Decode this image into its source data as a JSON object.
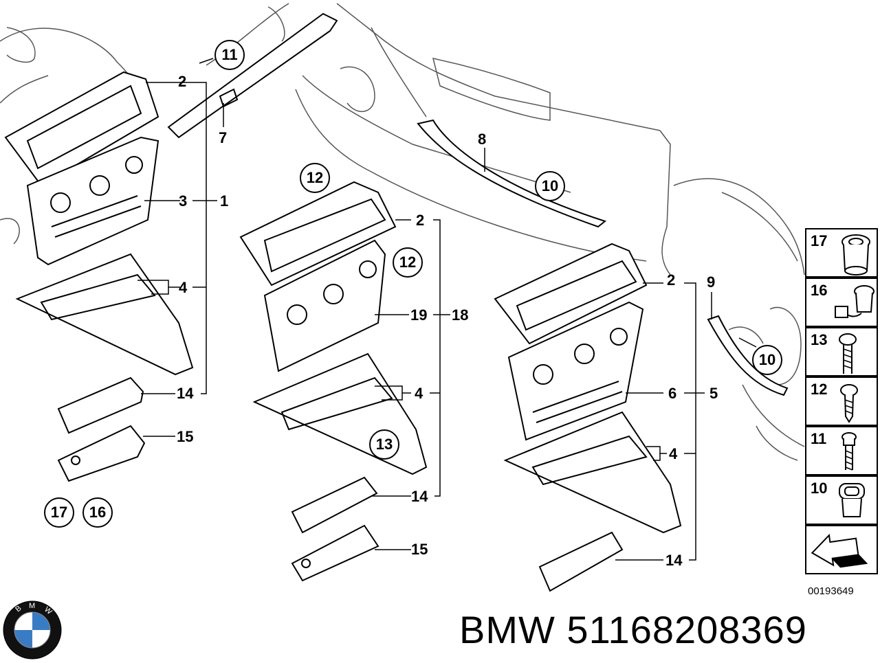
{
  "callouts": {
    "c1": "1",
    "c2a": "2",
    "c2b": "2",
    "c2c": "2",
    "c3": "3",
    "c4a": "4",
    "c4b": "4",
    "c4c": "4",
    "c5": "5",
    "c6": "6",
    "c7": "7",
    "c8": "8",
    "c9": "9",
    "c14a": "14",
    "c14b": "14",
    "c14c": "14",
    "c15a": "15",
    "c15b": "15",
    "c18": "18",
    "c19": "19"
  },
  "circled": {
    "r11": "11",
    "r12a": "12",
    "r12b": "12",
    "r10a": "10",
    "r10b": "10",
    "r13": "13",
    "r17": "17",
    "r16": "16"
  },
  "legend": [
    {
      "num": "17",
      "icon": "cigarette-lighter-icon"
    },
    {
      "num": "16",
      "icon": "lighter-socket-with-cable-icon"
    },
    {
      "num": "13",
      "icon": "screw-with-washer-icon"
    },
    {
      "num": "12",
      "icon": "screw-icon"
    },
    {
      "num": "11",
      "icon": "bolt-icon"
    },
    {
      "num": "10",
      "icon": "clip-nut-icon"
    },
    {
      "num": "",
      "icon": "direction-arrow-icon"
    }
  ],
  "diagram_id": "00193649",
  "brand": {
    "name": "BMW",
    "part_number": "51168208369",
    "logo_letters": "BMW"
  },
  "colors": {
    "line": "#000000",
    "sketch": "#555555",
    "background": "#ffffff",
    "logo_blue": "#3a7cc4"
  }
}
